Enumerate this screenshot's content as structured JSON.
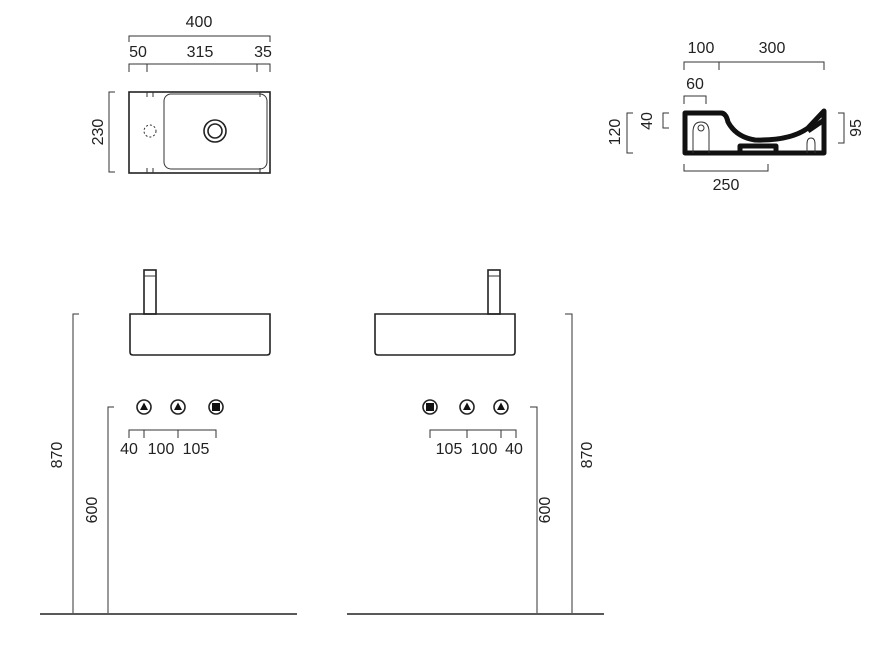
{
  "colors": {
    "line": "#333333",
    "section": "#111111",
    "background": "#ffffff"
  },
  "top_view": {
    "overall_width": "400",
    "segment_left": "50",
    "segment_middle": "315",
    "segment_right": "35",
    "depth": "230"
  },
  "section_view": {
    "width_left": "100",
    "width_right": "300",
    "offset": "60",
    "rim": "40",
    "outer_height": "120",
    "inner_height": "95",
    "bottom_width": "250"
  },
  "left_elevation": {
    "gap_a": "40",
    "gap_b": "100",
    "gap_c": "105",
    "total_height": "870",
    "outlet_height": "600"
  },
  "right_elevation": {
    "gap_a": "105",
    "gap_b": "100",
    "gap_c": "40",
    "total_height": "870",
    "outlet_height": "600"
  },
  "icons": {
    "hot_cold_supply": "triangle-valve-icon",
    "waste_outlet": "square-outlet-icon"
  }
}
